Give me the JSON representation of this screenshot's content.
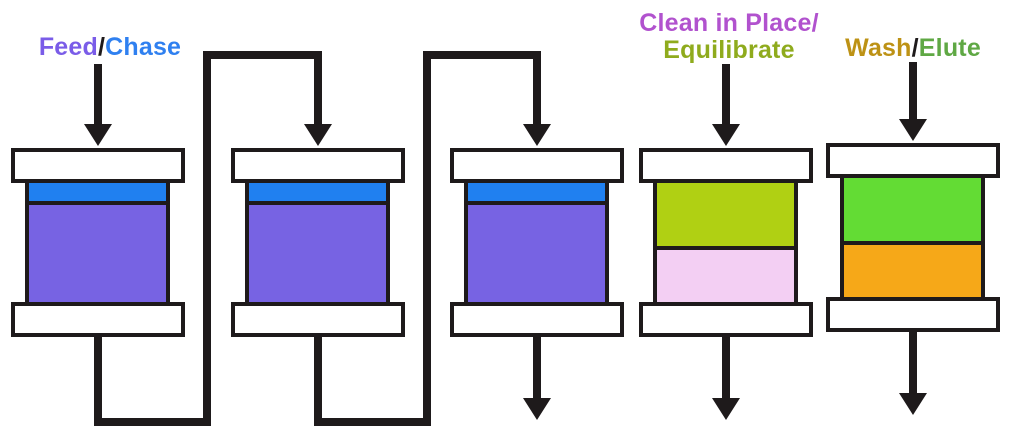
{
  "background": "#FFFFFF",
  "stroke_color": "#1E1A1B",
  "cap_fill": "#FFFFFF",
  "labels": {
    "feed_chase": {
      "feed": "Feed",
      "slash": "/",
      "chase": "Chase",
      "feed_color": "#7A5CE8",
      "slash_color": "#1E1A1B",
      "chase_color": "#2F80F0"
    },
    "clean_equilibrate": {
      "line1": "Clean in Place/",
      "line2": "Equilibrate",
      "line1_color": "#B152CE",
      "line2_color": "#8FAB1D"
    },
    "wash_elute": {
      "wash": "Wash",
      "slash": "/",
      "elute": "Elute",
      "wash_color": "#BD9215",
      "slash_color": "#1E1A1B",
      "elute_color": "#5FA844"
    }
  },
  "columns": [
    {
      "name": "column-1",
      "segments": [
        {
          "color": "#2080F0"
        },
        {
          "color": "#7763E3"
        }
      ]
    },
    {
      "name": "column-2",
      "segments": [
        {
          "color": "#2080F0"
        },
        {
          "color": "#7763E3"
        }
      ]
    },
    {
      "name": "column-3",
      "segments": [
        {
          "color": "#2080F0"
        },
        {
          "color": "#7763E3"
        }
      ]
    },
    {
      "name": "column-4",
      "segments": [
        {
          "color": "#B0D013"
        },
        {
          "color": "#F3CFF3"
        }
      ]
    },
    {
      "name": "column-5",
      "segments": [
        {
          "color": "#63DC34"
        },
        {
          "color": "#F6A818"
        }
      ]
    }
  ]
}
